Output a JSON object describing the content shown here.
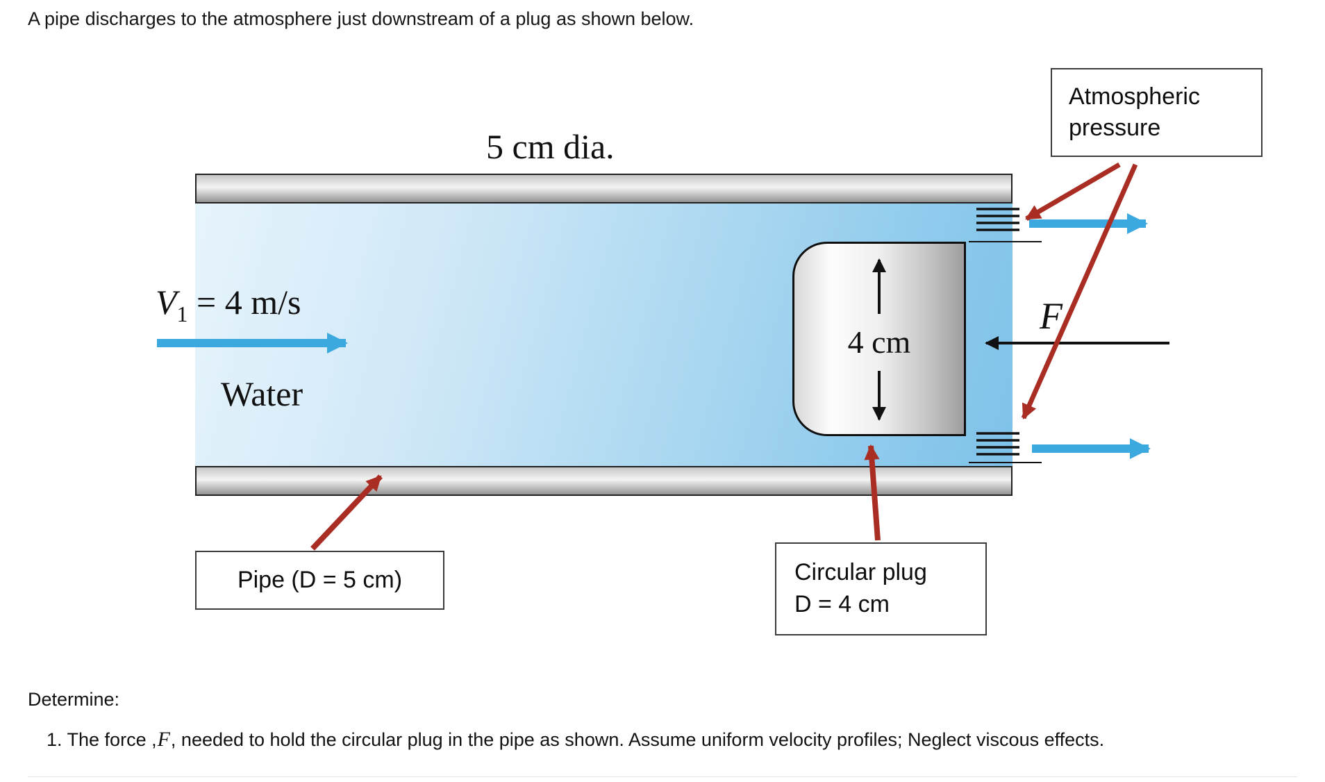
{
  "page": {
    "intro": "A pipe discharges to the atmosphere just downstream of a plug as shown below.",
    "determine_label": "Determine:",
    "item1": {
      "prefix": "1. The force ,",
      "force_symbol": "F",
      "suffix": ", needed to hold the circular plug in the pipe as shown. Assume uniform velocity profiles; Neglect viscous effects."
    }
  },
  "diagram": {
    "pipe_diameter_label": "5 cm dia.",
    "velocity": {
      "symbol": "V",
      "subscript": "1",
      "value": " = 4 m/s"
    },
    "fluid_label": "Water",
    "plug_height_label": "4 cm",
    "force_label": "F",
    "atmospheric_box": {
      "line1": "Atmospheric",
      "line2": "pressure"
    },
    "pipe_box": {
      "label": "Pipe (D = 5 cm)"
    },
    "plug_box": {
      "line1": "Circular plug",
      "line2": "D = 4 cm"
    },
    "icons": [
      "inlet-flow-arrow",
      "top-jet-arrow",
      "bottom-jet-arrow",
      "force-arrow",
      "plug-diameter-arrow",
      "atm-pointer-top-arrow",
      "atm-pointer-bottom-arrow",
      "pipe-callout-arrow",
      "plug-callout-arrow",
      "top-exit-hatch",
      "bottom-exit-hatch"
    ],
    "colors": {
      "water_light": "#e7f4fc",
      "water_dark": "#7fc2e9",
      "arrow_blue": "#3ba8e0",
      "arrow_red": "#a92d23",
      "arrow_black": "#111111",
      "wall_gray": "#c7c7c7",
      "plug_gray": "#9e9e9e"
    }
  }
}
